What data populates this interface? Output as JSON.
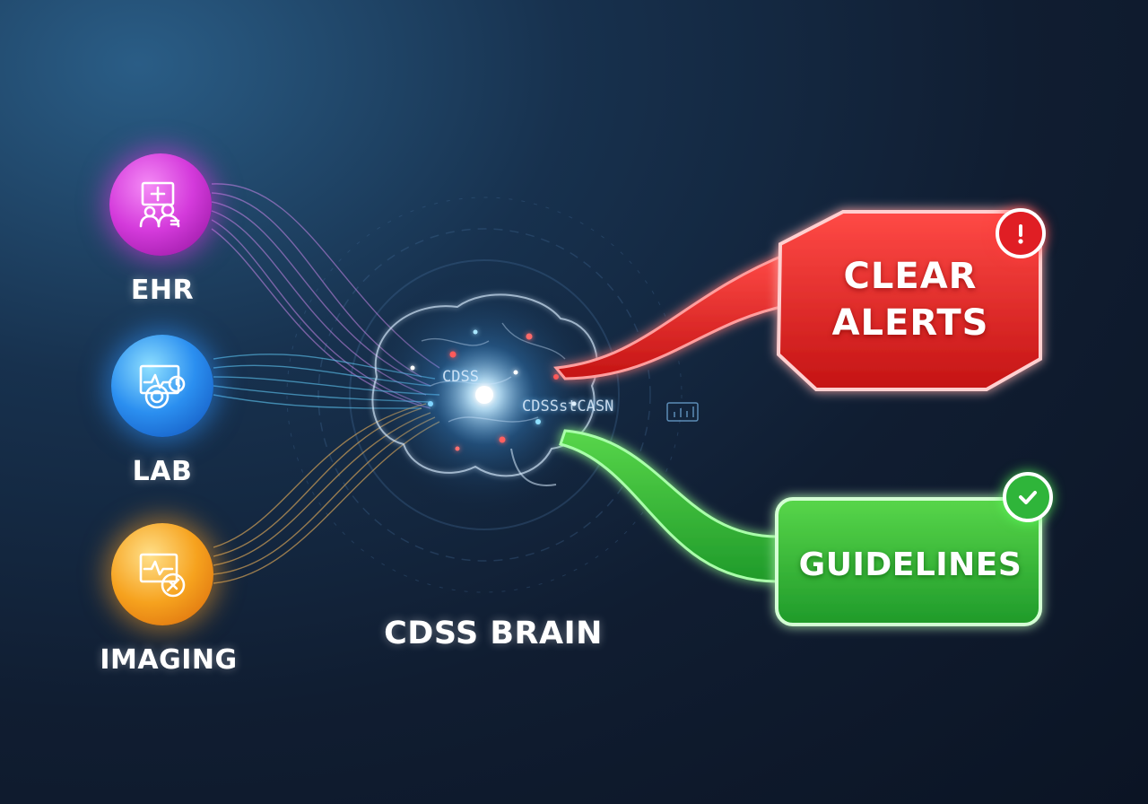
{
  "inputs": [
    {
      "label": "EHR",
      "icon": "ehr-patient-icon",
      "color": "#d43adb"
    },
    {
      "label": "LAB",
      "icon": "lab-monitor-icon",
      "color": "#2b8ff0"
    },
    {
      "label": "IMAGING",
      "icon": "imaging-scan-icon",
      "color": "#f6a21e"
    }
  ],
  "brain": {
    "label": "CDSS BRAIN",
    "inner_text_1": "CDSS",
    "inner_text_2": "CDSSstCASN"
  },
  "outputs": {
    "alerts": {
      "line1": "CLEAR",
      "line2": "ALERTS",
      "badge": "alert-icon",
      "color": "#e82828"
    },
    "guidelines": {
      "label": "GUIDELINES",
      "badge": "check-icon",
      "color": "#33c23a"
    }
  }
}
